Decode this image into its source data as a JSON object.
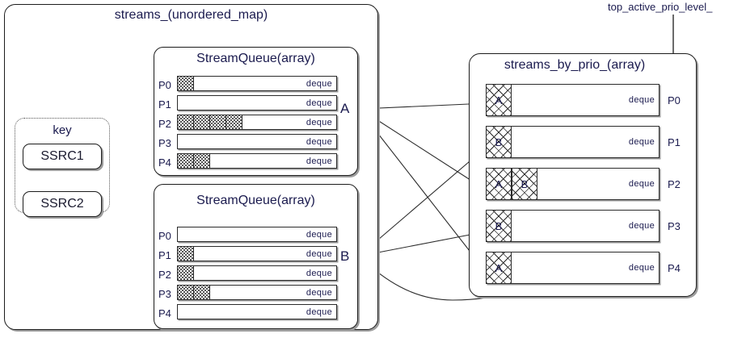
{
  "diagram": {
    "title_left": "streams_(unordered_map)",
    "title_key": "key",
    "title_streamqueue_a": "StreamQueue(array)",
    "title_streamqueue_b": "StreamQueue(array)",
    "title_right": "streams_by_prio_(array)",
    "pointer_label": "top_active_prio_level_",
    "deque_label": "deque",
    "marker_a": "A",
    "marker_b": "B",
    "colors": {
      "stroke": "#1c1c1c",
      "shadow": "#9a9a9a",
      "text": "#1a1a4e",
      "fill": "#ffffff"
    }
  },
  "key_box": {
    "label": "key",
    "items": [
      {
        "label": "SSRC1"
      },
      {
        "label": "SSRC2"
      }
    ]
  },
  "stream_queue_a": {
    "title": "StreamQueue(array)",
    "marker": "A",
    "rows": [
      {
        "prio": "P0",
        "deque_label": "deque",
        "filled_segments": 1
      },
      {
        "prio": "P1",
        "deque_label": "deque",
        "filled_segments": 0
      },
      {
        "prio": "P2",
        "deque_label": "deque",
        "filled_segments": 4
      },
      {
        "prio": "P3",
        "deque_label": "deque",
        "filled_segments": 0
      },
      {
        "prio": "P4",
        "deque_label": "deque",
        "filled_segments": 2
      }
    ]
  },
  "stream_queue_b": {
    "title": "StreamQueue(array)",
    "marker": "B",
    "rows": [
      {
        "prio": "P0",
        "deque_label": "deque",
        "filled_segments": 0
      },
      {
        "prio": "P1",
        "deque_label": "deque",
        "filled_segments": 1
      },
      {
        "prio": "P2",
        "deque_label": "deque",
        "filled_segments": 1
      },
      {
        "prio": "P3",
        "deque_label": "deque",
        "filled_segments": 2
      },
      {
        "prio": "P4",
        "deque_label": "deque",
        "filled_segments": 0
      }
    ]
  },
  "streams_by_prio": {
    "title": "streams_by_prio_(array)",
    "pointer_label": "top_active_prio_level_",
    "pointer_target_prio": "P0",
    "rows": [
      {
        "prio": "P0",
        "deque_label": "deque",
        "cells": [
          "A"
        ]
      },
      {
        "prio": "P1",
        "deque_label": "deque",
        "cells": [
          "B"
        ]
      },
      {
        "prio": "P2",
        "deque_label": "deque",
        "cells": [
          "A",
          "B"
        ]
      },
      {
        "prio": "P3",
        "deque_label": "deque",
        "cells": [
          "B"
        ]
      },
      {
        "prio": "P4",
        "deque_label": "deque",
        "cells": [
          "A"
        ]
      }
    ]
  }
}
